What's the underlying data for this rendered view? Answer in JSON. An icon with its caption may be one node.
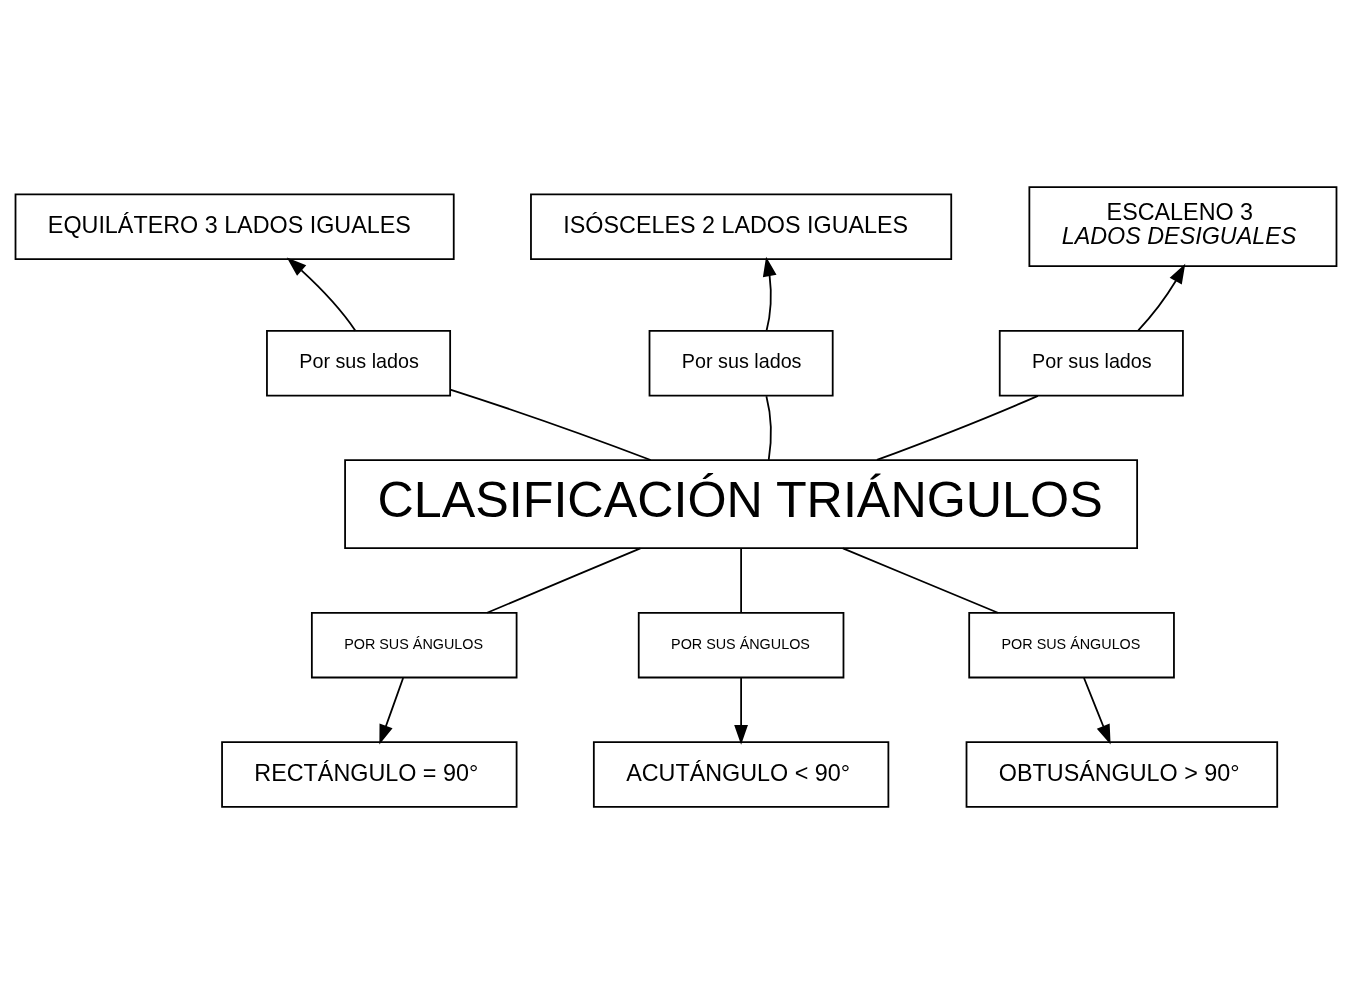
{
  "diagram": {
    "nodes": [
      {
        "text": [
          "CLASIFICACIÓN TRIÁNGULOS"
        ]
      },
      {
        "text": [
          "EQUILÁTERO 3 LADOS IGUALES"
        ]
      },
      {
        "text": [
          "ISÓSCELES 2 LADOS IGUALES"
        ]
      },
      {
        "text": [
          "ESCALENO 3",
          "LADOS DESIGUALES"
        ]
      },
      {
        "text": [
          "Por sus lados"
        ]
      },
      {
        "text": [
          "Por sus lados"
        ]
      },
      {
        "text": [
          "Por sus lados"
        ]
      },
      {
        "text": [
          "POR SUS ÁNGULOS"
        ]
      },
      {
        "text": [
          "POR SUS ÁNGULOS"
        ]
      },
      {
        "text": [
          "POR SUS ÁNGULOS"
        ]
      },
      {
        "text": [
          "RECTÁNGULO = 90°"
        ]
      },
      {
        "text": [
          "ACUTÁNGULO < 90°"
        ]
      },
      {
        "text": [
          "OBTUSÁNGULO > 90°"
        ]
      }
    ],
    "edges": [
      {
        "from": 0,
        "to": 4,
        "arrow": "none"
      },
      {
        "from": 4,
        "to": 1,
        "arrow": "to"
      },
      {
        "from": 0,
        "to": 5,
        "arrow": "none"
      },
      {
        "from": 5,
        "to": 2,
        "arrow": "to"
      },
      {
        "from": 0,
        "to": 6,
        "arrow": "none"
      },
      {
        "from": 6,
        "to": 3,
        "arrow": "to"
      },
      {
        "from": 0,
        "to": 7,
        "arrow": "none"
      },
      {
        "from": 7,
        "to": 10,
        "arrow": "to"
      },
      {
        "from": 0,
        "to": 8,
        "arrow": "none"
      },
      {
        "from": 8,
        "to": 11,
        "arrow": "to"
      },
      {
        "from": 0,
        "to": 9,
        "arrow": "none"
      },
      {
        "from": 9,
        "to": 12,
        "arrow": "to"
      }
    ]
  }
}
